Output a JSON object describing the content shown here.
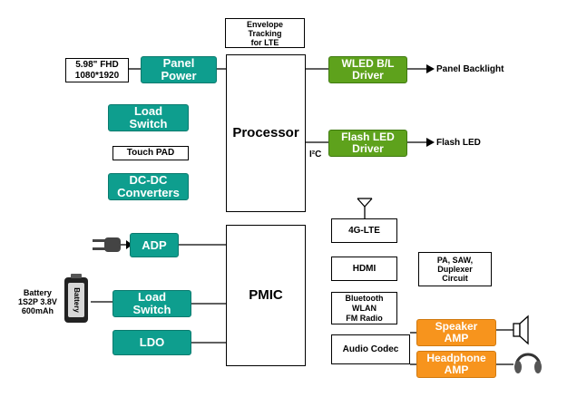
{
  "blocks": {
    "envelope": "Envelope\nTracking\nfor LTE",
    "display": "5.98\" FHD\n1080*1920",
    "panel_power": "Panel\nPower",
    "load_switch_top": "Load\nSwitch",
    "touch_pad": "Touch PAD",
    "dcdc": "DC-DC\nConverters",
    "processor": "Processor",
    "i2c": "I²C",
    "wled": "WLED B/L\nDriver",
    "panel_backlight": "Panel Backlight",
    "flash_driver": "Flash LED\nDriver",
    "flash_led": "Flash LED",
    "lte": "4G-LTE",
    "hdmi": "HDMI",
    "pa_saw": "PA, SAW,\nDuplexer\nCircuit",
    "bt_wlan": "Bluetooth\nWLAN\nFM Radio",
    "adp": "ADP",
    "pmic": "PMIC",
    "battery_label": "Battery\n1S2P 3.8V\n600mAh",
    "battery_icon_text": "Battery",
    "load_switch_bottom": "Load\nSwitch",
    "ldo": "LDO",
    "audio_codec": "Audio Codec",
    "speaker_amp": "Speaker\nAMP",
    "headphone_amp": "Headphone\nAMP"
  },
  "colors": {
    "teal": "#0e9e8e",
    "green": "#5ea21c",
    "orange": "#f7941d"
  }
}
